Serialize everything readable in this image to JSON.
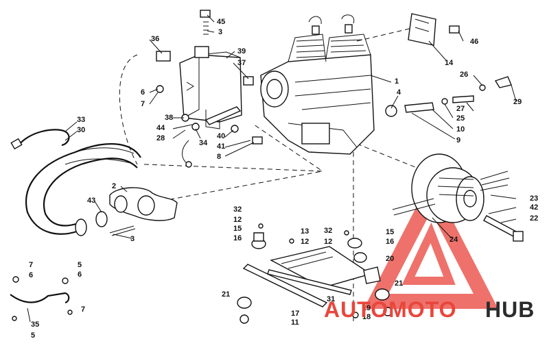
{
  "diagram": {
    "part_numbers": [
      "1",
      "2",
      "3",
      "4",
      "5",
      "6",
      "7",
      "8",
      "9",
      "10",
      "11",
      "12",
      "13",
      "14",
      "15",
      "16",
      "17",
      "18",
      "19",
      "20",
      "21",
      "22",
      "23",
      "24",
      "25",
      "26",
      "27",
      "28",
      "29",
      "30",
      "31",
      "32",
      "33",
      "34",
      "35",
      "36",
      "37",
      "38",
      "39",
      "40",
      "41",
      "42",
      "43",
      "44",
      "45",
      "46"
    ]
  },
  "watermark": {
    "text_colored": "AUTOMOTO",
    "text_dark": "HUB",
    "color_main": "#e8463c",
    "color_dark": "#2b2b2b"
  }
}
